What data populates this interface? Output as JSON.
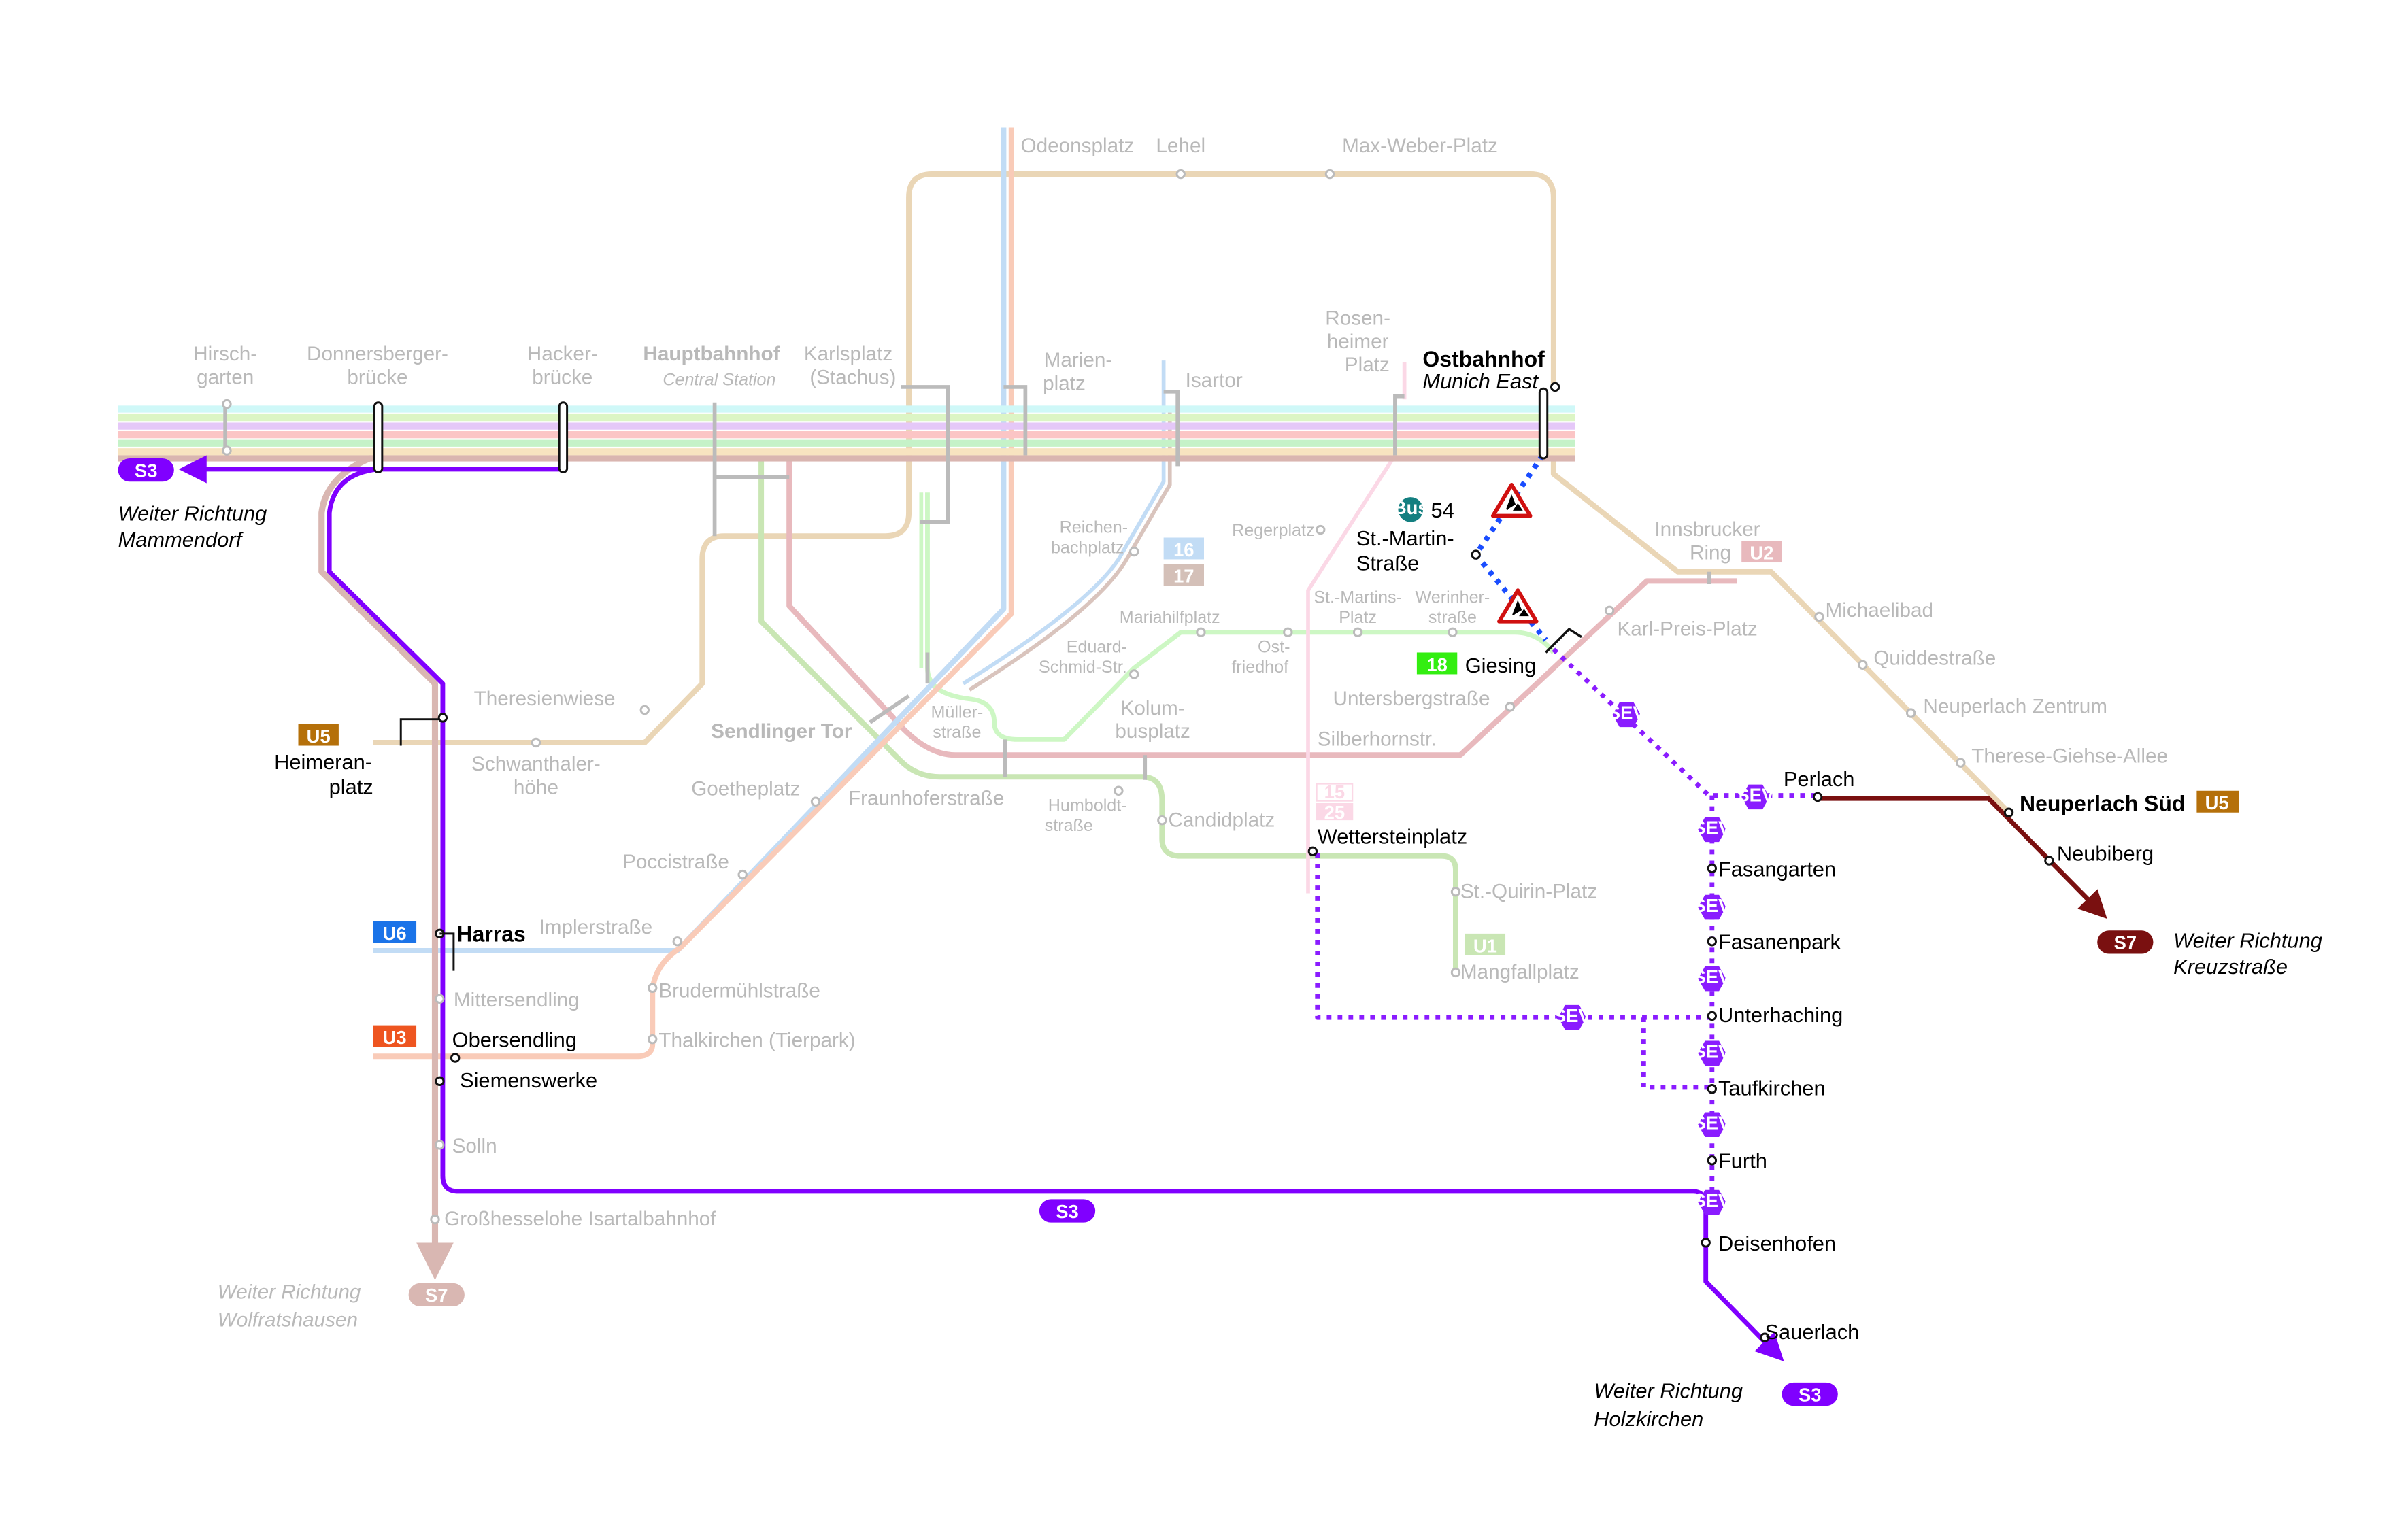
{
  "colors": {
    "s3": "#8000ff",
    "s7_dark": "#7a1010",
    "s7_light": "#d9b7b2",
    "sev": "#8a1cff",
    "bus_detour": "#1a4dff",
    "u1": "#c9e6b4",
    "u2": "#e8b9bd",
    "u3": "#f9cbb8",
    "u5": "#ead6b6",
    "u6": "#c2dcf5",
    "tram18": "#cdf7c4",
    "tram_pink": "#fbd8e6",
    "bus": "#137f80",
    "tram18_badge": "#33ee11",
    "u5_badge": "#b5700a",
    "u6_badge": "#1a73e8",
    "u3_badge": "#ee5520"
  },
  "stations_gray": {
    "hirschgarten": [
      "Hirsch-",
      "garten"
    ],
    "donnersberger": [
      "Donnersberger-",
      "brücke"
    ],
    "hacker": [
      "Hacker-",
      "brücke"
    ],
    "hbf": "Hauptbahnhof",
    "hbf_en": "Central Station",
    "karlsplatz": [
      "Karlsplatz",
      "(Stachus)"
    ],
    "odeonsplatz": "Odeonsplatz",
    "lehel": "Lehel",
    "maxweber": "Max-Weber-Platz",
    "marienplatz": [
      "Marien-",
      "platz"
    ],
    "isartor": "Isartor",
    "rosenheimer": [
      "Rosen-",
      "heimer",
      "Platz"
    ],
    "innsbrucker": [
      "Innsbrucker",
      "Ring"
    ],
    "michaelibad": "Michaelibad",
    "quidde": "Quiddestraße",
    "npz": "Neuperlach Zentrum",
    "therese": "Therese-Giehse-Allee",
    "karlpreis": "Karl-Preis-Platz",
    "theresienwiese": "Theresienwiese",
    "schwanthaler": [
      "Schwanthaler-",
      "höhe"
    ],
    "sendlinger": "Sendlinger Tor",
    "goetheplatz": "Goetheplatz",
    "fraunhofer": "Fraunhoferstraße",
    "pocci": "Poccistraße",
    "impler": "Implerstraße",
    "mittersendling": "Mittersendling",
    "brudermuehl": "Brudermühlstraße",
    "thalkirchen": "Thalkirchen (Tierpark)",
    "solln": "Solln",
    "grosshesselohe": "Großhesselohe Isartalbahnhof",
    "reichenbach": [
      "Reichen-",
      "bachplatz"
    ],
    "regerplatz": "Regerplatz",
    "mariahilf": "Mariahilfplatz",
    "eduard": [
      "Eduard-",
      "Schmid-Str."
    ],
    "ostfriedhof": [
      "Ost-",
      "friedhof"
    ],
    "stmartinsplatz": [
      "St.-Martins-",
      "Platz"
    ],
    "werinher": [
      "Werinher-",
      "straße"
    ],
    "kolumbus": [
      "Kolum-",
      "busplatz"
    ],
    "mueller": [
      "Müller-",
      "straße"
    ],
    "untersberg": "Untersbergstraße",
    "silberhorn": "Silberhornstr.",
    "humboldt": [
      "Humboldt-",
      "straße"
    ],
    "candidplatz": "Candidplatz",
    "stquirin": "St.-Quirin-Platz",
    "mangfall": "Mangfallplatz"
  },
  "stations_black": {
    "ostbahnhof": "Ostbahnhof",
    "ostbahnhof_en": "Munich East",
    "heimeranplatz": [
      "Heimeran-",
      "platz"
    ],
    "harras": "Harras",
    "obersendling": "Obersendling",
    "siemenswerke": "Siemenswerke",
    "wettersteinplatz": "Wettersteinplatz",
    "stmartinstr": [
      "St.-Martin-",
      "Straße"
    ],
    "giesing": "Giesing",
    "perlach": "Perlach",
    "neuperlach_sued": "Neuperlach Süd",
    "neubiberg": "Neubiberg",
    "fasangarten": "Fasangarten",
    "fasanenpark": "Fasanenpark",
    "unterhaching": "Unterhaching",
    "taufkirchen": "Taufkirchen",
    "furth": "Furth",
    "deisenhofen": "Deisenhofen",
    "sauerlach": "Sauerlach"
  },
  "badges": {
    "s3": "S3",
    "s7": "S7",
    "u1": "U1",
    "u2": "U2",
    "u3": "U3",
    "u5": "U5",
    "u6": "U6",
    "t16": "16",
    "t17": "17",
    "t15": "15",
    "t25": "25",
    "t18": "18",
    "bus": "Bus",
    "bus_line": "54",
    "sev": "SEV"
  },
  "directions": {
    "mammendorf": [
      "Weiter Richtung",
      "Mammendorf"
    ],
    "wolfratshausen": [
      "Weiter Richtung",
      "Wolfratshausen"
    ],
    "holzkirchen": [
      "Weiter Richtung",
      "Holzkirchen"
    ],
    "kreuzstrasse": [
      "Weiter Richtung",
      "Kreuzstraße"
    ]
  },
  "icons": {
    "construction": "construction-warning-icon",
    "replacement_bus": "sev-hexagon-icon",
    "bus": "bus-icon"
  }
}
